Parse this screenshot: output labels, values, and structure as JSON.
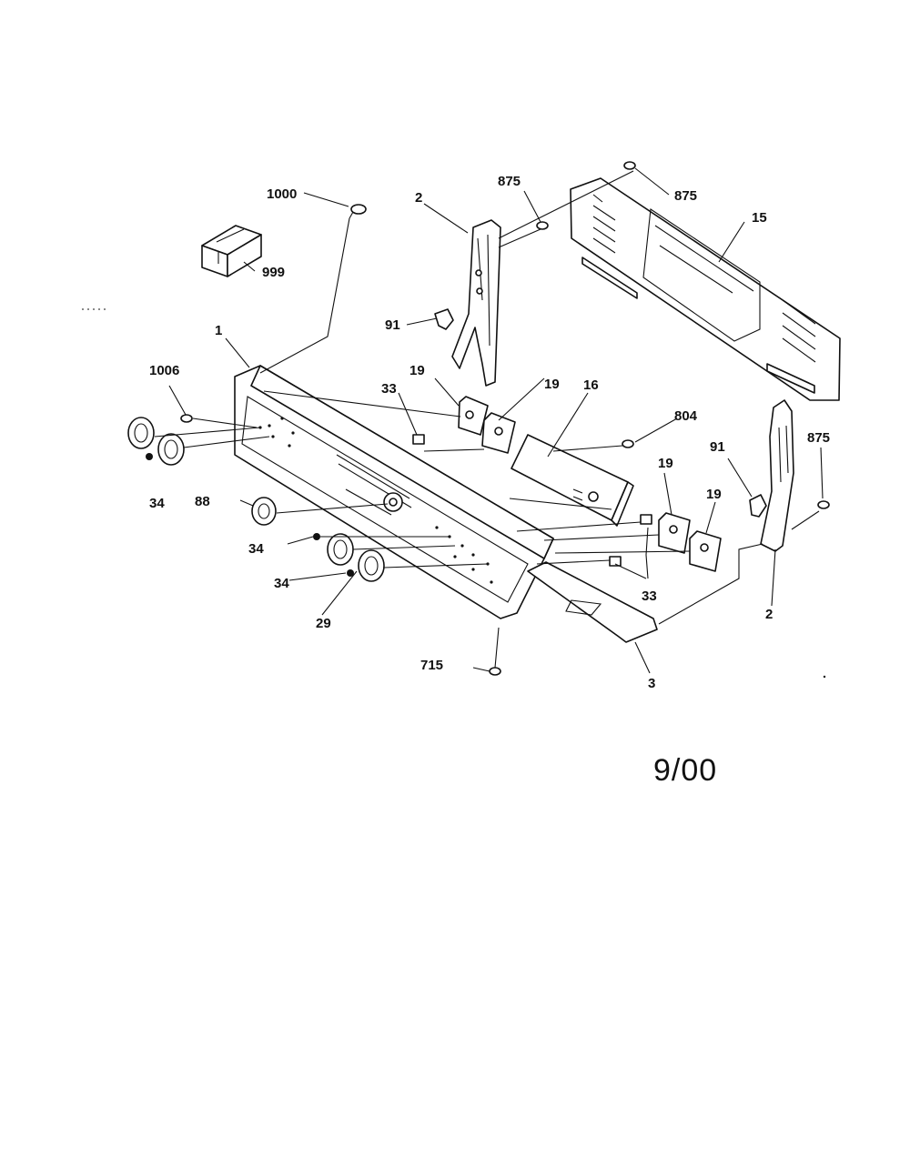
{
  "diagram": {
    "date_stamp": "9/00",
    "callouts": {
      "c1000": "1000",
      "c999": "999",
      "c2_top": "2",
      "c875_top": "875",
      "c875_screw": "875",
      "c15": "15",
      "c91_left": "91",
      "c1": "1",
      "c1006": "1006",
      "c33_top": "33",
      "c19_a": "19",
      "c19_b": "19",
      "c16": "16",
      "c804": "804",
      "c91_right": "91",
      "c875_right": "875",
      "c19_c": "19",
      "c19_d": "19",
      "c34_a": "34",
      "c88": "88",
      "c34_b": "34",
      "c34_c": "34",
      "c29": "29",
      "c33_bottom": "33",
      "c2_bottom": "2",
      "c715": "715",
      "c3": "3"
    }
  }
}
